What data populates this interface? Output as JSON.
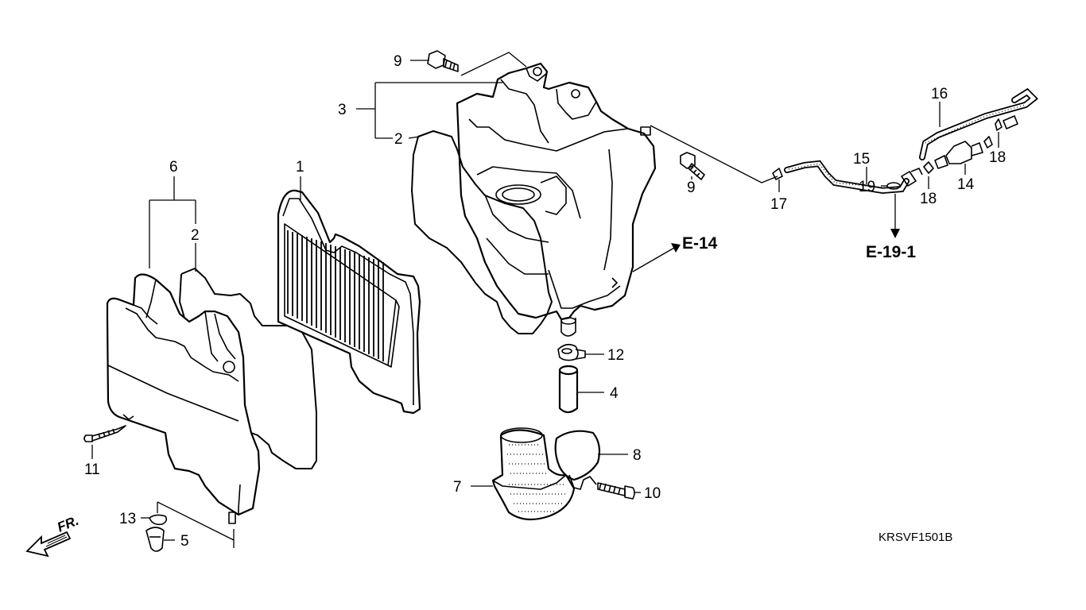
{
  "diagram": {
    "part_numbers": {
      "p1": "1",
      "p2_a": "2",
      "p2_b": "2",
      "p3": "3",
      "p4": "4",
      "p5": "5",
      "p6": "6",
      "p7": "7",
      "p8": "8",
      "p9_a": "9",
      "p9_b": "9",
      "p10": "10",
      "p11": "11",
      "p12": "12",
      "p13": "13",
      "p14": "14",
      "p15": "15",
      "p16": "16",
      "p17": "17",
      "p18_a": "18",
      "p18_b": "18",
      "p19": "19"
    },
    "references": {
      "e14": "E-14",
      "e19_1": "E-19-1"
    },
    "front_indicator": "FR.",
    "diagram_code": "KRSVF1501B"
  }
}
